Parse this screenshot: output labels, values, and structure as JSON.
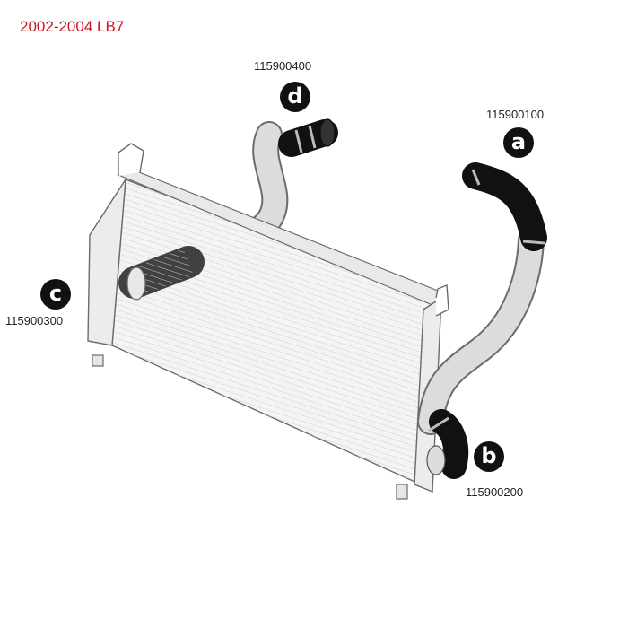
{
  "title": "2002-2004 LB7",
  "parts": [
    {
      "letter": "a",
      "part_number": "115900100"
    },
    {
      "letter": "b",
      "part_number": "115900200"
    },
    {
      "letter": "c",
      "part_number": "115900300"
    },
    {
      "letter": "d",
      "part_number": "115900400"
    }
  ],
  "colors": {
    "title": "#c8161d",
    "hose": "#111111",
    "pipe": "#d4d4d4",
    "outline": "#6b6b6b"
  }
}
